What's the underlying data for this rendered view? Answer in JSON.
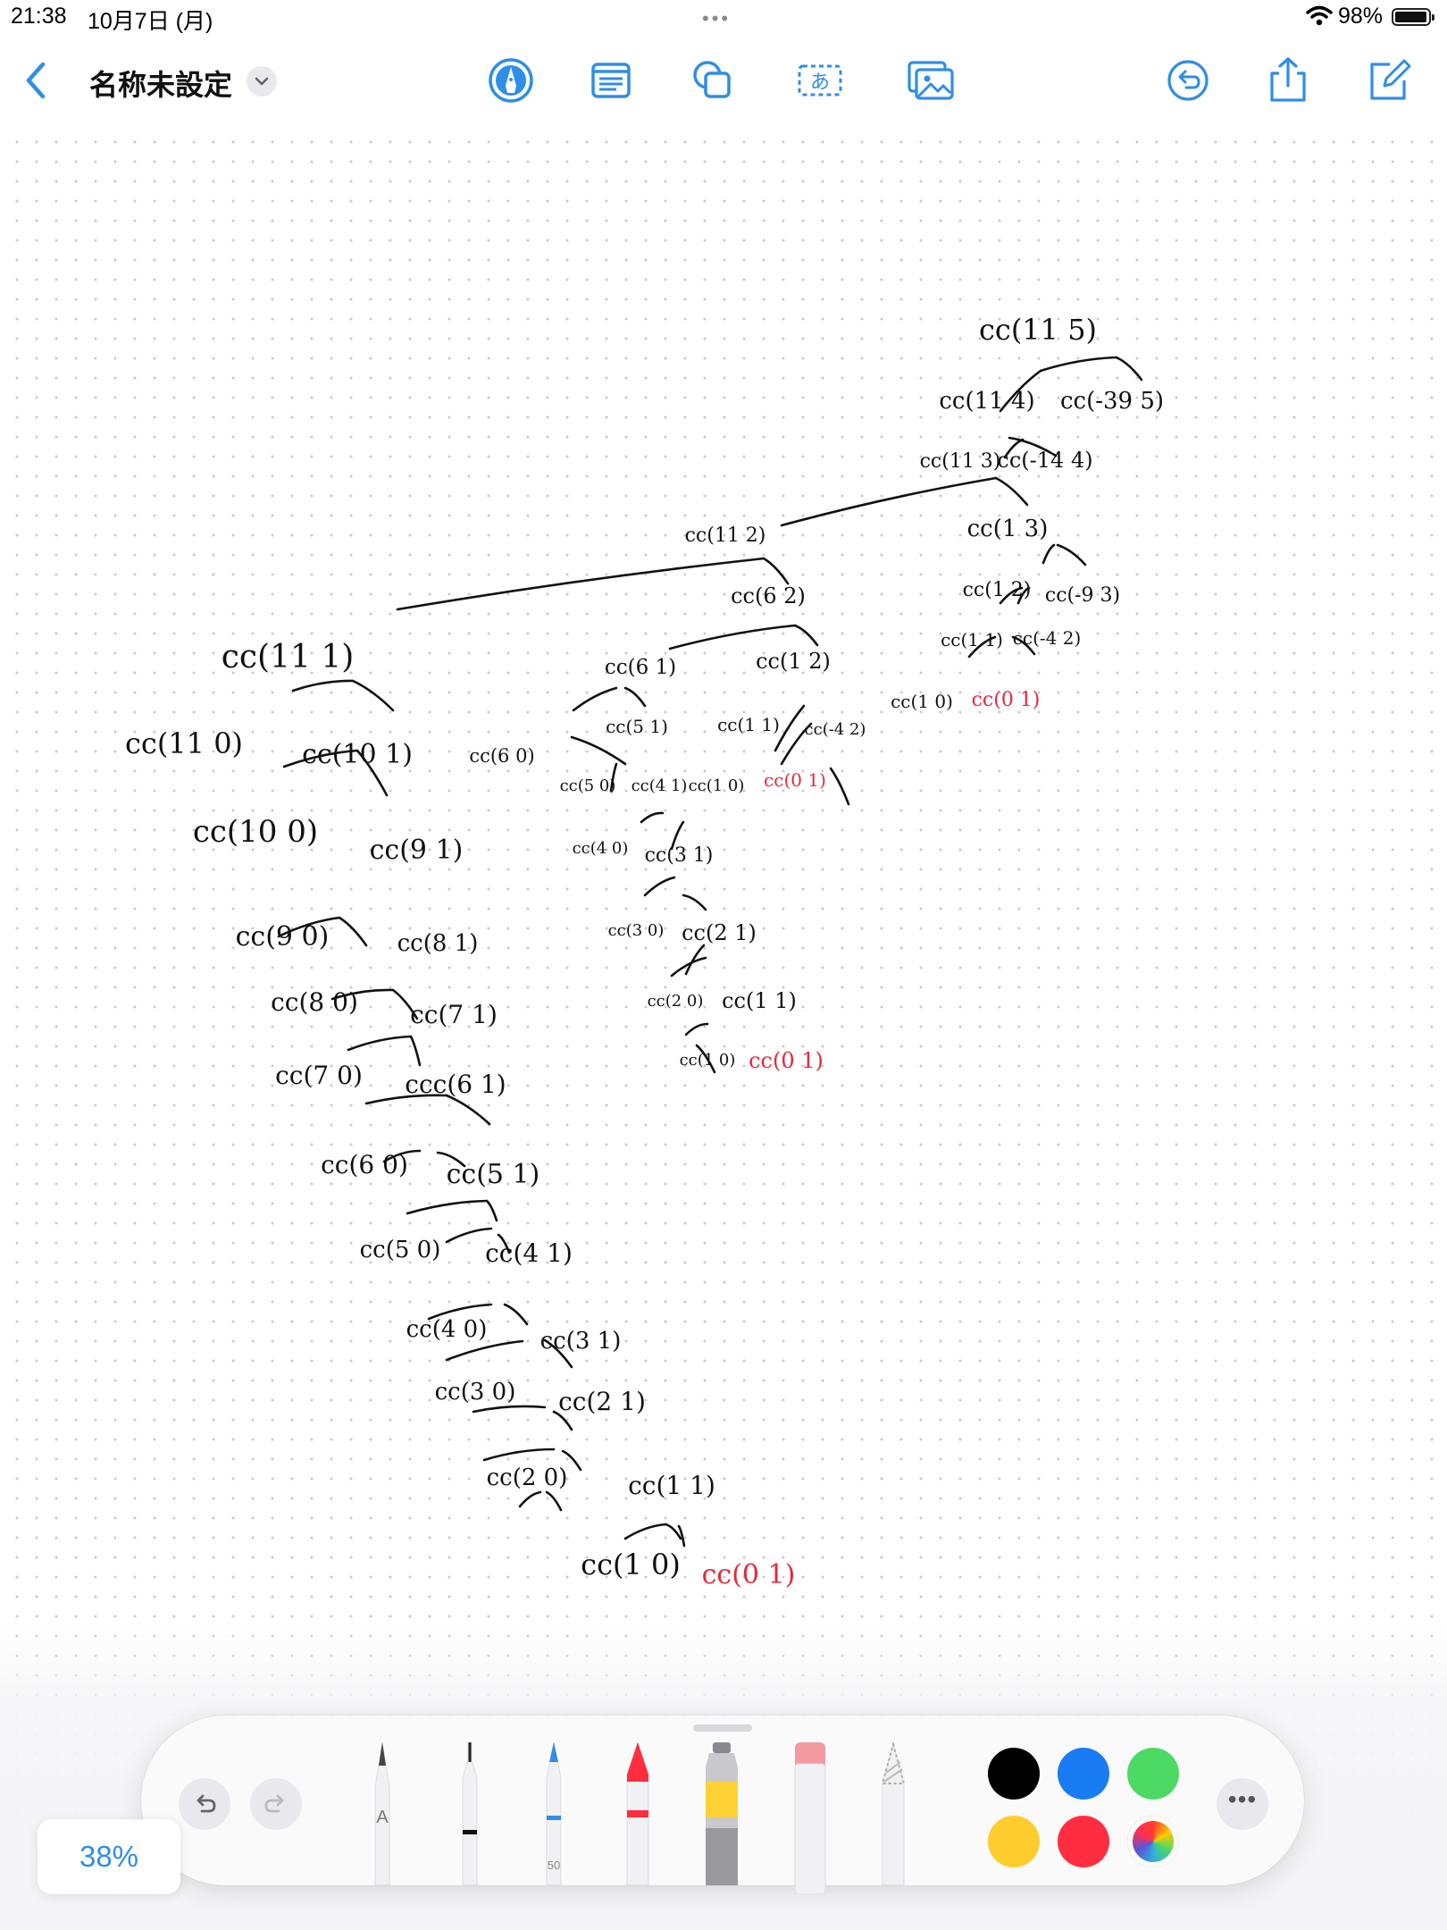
{
  "status_bar": {
    "time": "21:38",
    "date": "10月7日 (月)",
    "battery": "98%",
    "battery_level": 0.98
  },
  "toolbar": {
    "title": "名称未設定",
    "icons": [
      "back-icon",
      "chevron-down-icon",
      "pen-icon",
      "text-box-icon",
      "shapes-icon",
      "japanese-text-icon",
      "image-icon",
      "undo-circle-icon",
      "share-icon",
      "compose-icon"
    ],
    "accent_color": "#2f8ee6"
  },
  "canvas": {
    "black_labels": [
      "cc(11 5)",
      "cc(11 4)",
      "cc(-39 5)",
      "cc(11 3)",
      "cc(-14 4)",
      "cc(11 2)",
      "cc(1 3)",
      "cc(6 2)",
      "cc(1 2)",
      "cc(-9 3)",
      "cc(1 1)",
      "cc(-4 2)",
      "cc(1 0)",
      "cc(11 1)",
      "cc(6 1)",
      "cc(1 2)",
      "cc(11 0)",
      "cc(10 1)",
      "cc(6 0)",
      "cc(5 1)",
      "cc(1 1)",
      "cc(-4 2)",
      "cc(5 0)",
      "cc(4 1)",
      "cc(1 0)",
      "cc(10 0)",
      "cc(9 1)",
      "cc(4 0)",
      "cc(3 1)",
      "cc(9 0)",
      "cc(8 1)",
      "cc(3 0)",
      "cc(2 1)",
      "cc(8 0)",
      "cc(7 1)",
      "cc(2 0)",
      "cc(1 1)",
      "cc(7 0)",
      "ccc(6 1)",
      "cc(1 0)",
      "cc(6 0)",
      "cc(5 1)",
      "cc(5 0)",
      "cc(4 1)",
      "cc(4 0)",
      "cc(3 1)",
      "cc(3 0)",
      "cc(2 1)",
      "cc(2 0)",
      "cc(1 1)",
      "cc(1 0)"
    ],
    "red_labels": [
      "cc(0 1)",
      "cc(0 1)",
      "cc(0 1)",
      "cc(0 1)"
    ],
    "ink_black": "#111111",
    "ink_red": "#e8283a"
  },
  "palette": {
    "tools": [
      "monoline-pen",
      "fineliner",
      "marker",
      "crayon",
      "watercolor",
      "eraser",
      "lasso"
    ],
    "tool_badges": {
      "monoline": "A",
      "marker": "50"
    },
    "colors": [
      "#000000",
      "#1a7cf2",
      "#4cd964",
      "#ffcc2e",
      "#ff2d3f",
      "color-wheel"
    ],
    "more_label": "•••"
  },
  "zoom": {
    "level": "38%"
  }
}
